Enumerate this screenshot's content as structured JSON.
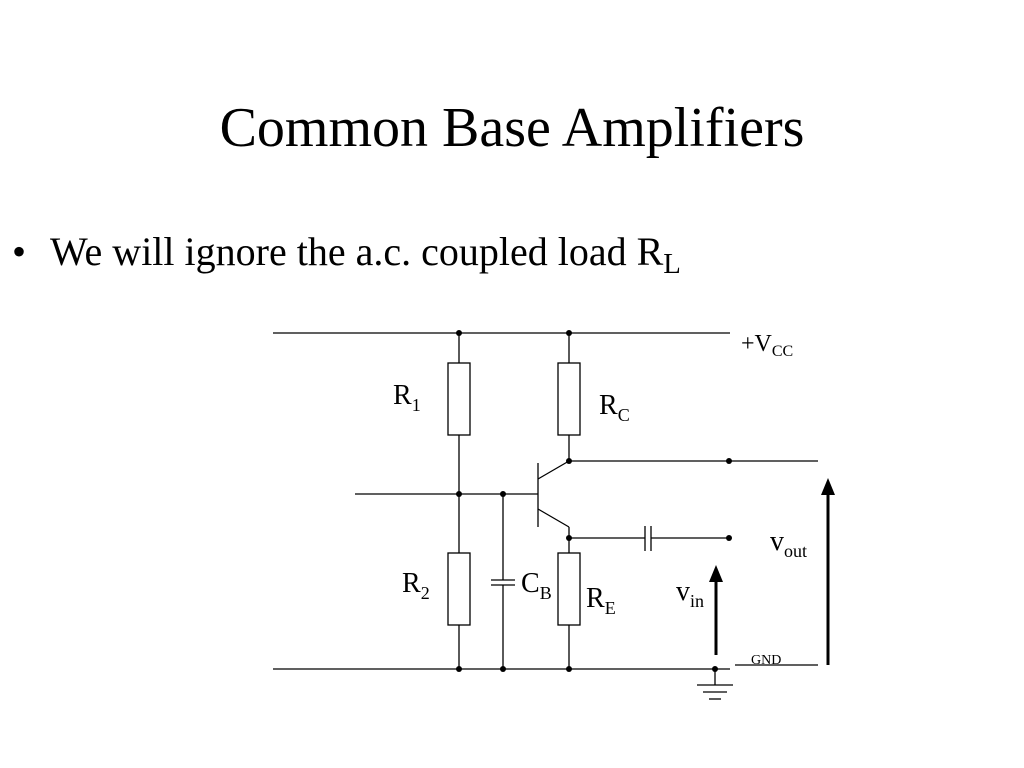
{
  "slide": {
    "title": "Common Base Amplifiers",
    "bullet": {
      "marker": "•",
      "text": "We will ignore the a.c. coupled load R",
      "subscript": "L"
    }
  },
  "circuit": {
    "vcc": {
      "main": "+V",
      "sub": "CC"
    },
    "r1": {
      "main": "R",
      "sub": "1"
    },
    "rc": {
      "main": "R",
      "sub": "C"
    },
    "r2": {
      "main": "R",
      "sub": "2"
    },
    "cb": {
      "main": "C",
      "sub": "B"
    },
    "re": {
      "main": "R",
      "sub": "E"
    },
    "vin": {
      "main": "v",
      "sub": "in"
    },
    "vout": {
      "main": "v",
      "sub": "out"
    },
    "gnd": "GND"
  }
}
